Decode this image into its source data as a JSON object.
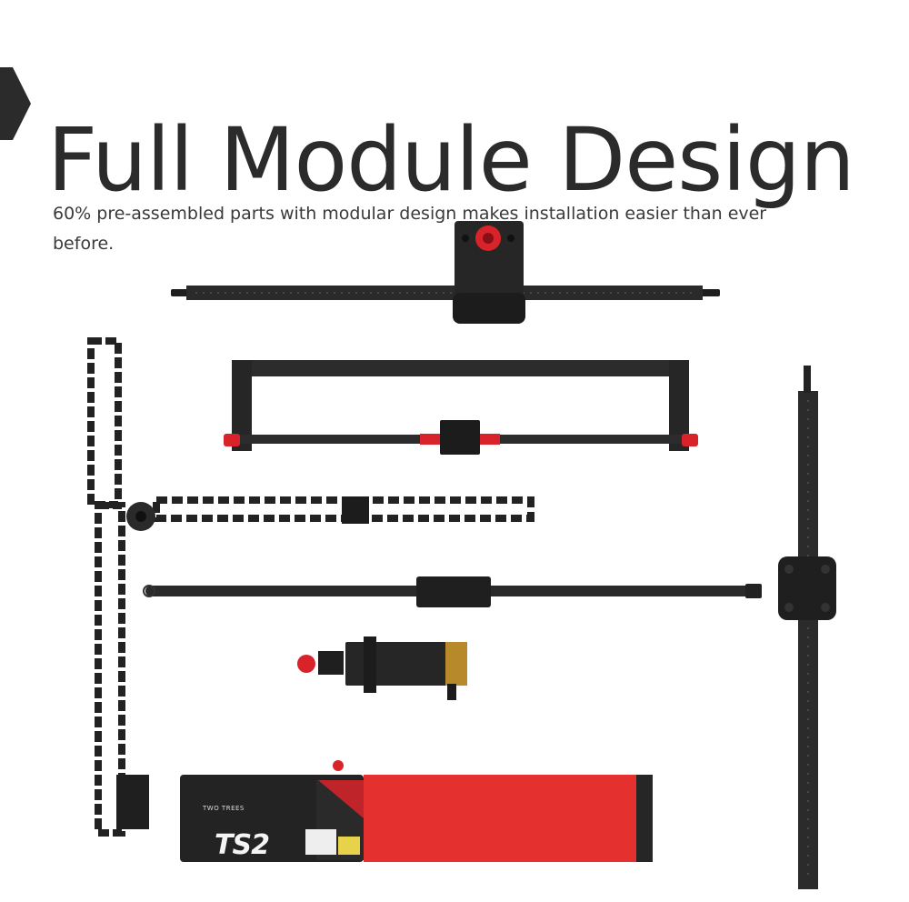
{
  "header": {
    "title": "Full Module Design",
    "subtitle": "60% pre-assembled parts with modular design makes installation easier than ever before."
  },
  "product": {
    "brand_logo_text": "TWO TREES",
    "model_mark": "TS2"
  },
  "colors": {
    "title": "#2b2b2b",
    "text": "#3a3a3a",
    "metal": "#2a2a2a",
    "accent_red": "#d9232a",
    "shield_red": "#e4312f"
  },
  "icons": {
    "title_marker": "chevron-right-icon",
    "red_knob": "knob-icon"
  }
}
